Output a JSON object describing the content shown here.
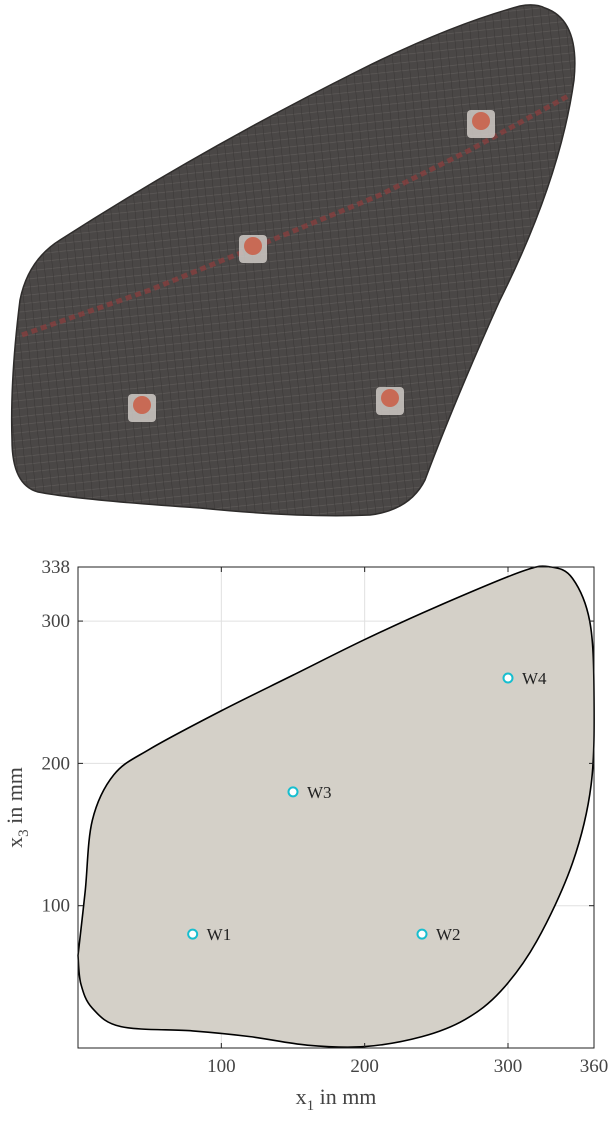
{
  "chart_data": {
    "type": "scatter",
    "xlabel": "x",
    "xlabel_sub": "1",
    "xlabel_suffix": " in mm",
    "ylabel": "x",
    "ylabel_sub": "3",
    "ylabel_suffix": " in mm",
    "xlim": [
      0,
      360
    ],
    "ylim": [
      0,
      338
    ],
    "xticks": [
      100,
      200,
      300,
      360
    ],
    "yticks": [
      100,
      200,
      300,
      338
    ],
    "grid": true,
    "legend": "none",
    "points": [
      {
        "label": "W1",
        "x": 80,
        "y": 80
      },
      {
        "label": "W2",
        "x": 240,
        "y": 80
      },
      {
        "label": "W3",
        "x": 150,
        "y": 180
      },
      {
        "label": "W4",
        "x": 300,
        "y": 260
      }
    ],
    "outline": [
      [
        0,
        65
      ],
      [
        2,
        45
      ],
      [
        10,
        28
      ],
      [
        30,
        15
      ],
      [
        80,
        12
      ],
      [
        120,
        8
      ],
      [
        160,
        2
      ],
      [
        200,
        1
      ],
      [
        240,
        8
      ],
      [
        270,
        20
      ],
      [
        295,
        40
      ],
      [
        320,
        75
      ],
      [
        345,
        130
      ],
      [
        358,
        185
      ],
      [
        360,
        250
      ],
      [
        357,
        300
      ],
      [
        345,
        330
      ],
      [
        330,
        338
      ],
      [
        310,
        335
      ],
      [
        250,
        310
      ],
      [
        200,
        287
      ],
      [
        150,
        262
      ],
      [
        100,
        237
      ],
      [
        50,
        210
      ],
      [
        25,
        192
      ],
      [
        10,
        160
      ],
      [
        5,
        110
      ],
      [
        0,
        65
      ]
    ],
    "colors": {
      "fill": "#d4d0c8",
      "outline": "#000000",
      "marker": "#17becf",
      "grid": "#e0e0e0"
    }
  },
  "photo": {
    "panel_color": "#4a4746",
    "seam_color": "#8a3d3d",
    "sensor_color": "#c86a55",
    "icon": "carbon-panel-photo"
  }
}
